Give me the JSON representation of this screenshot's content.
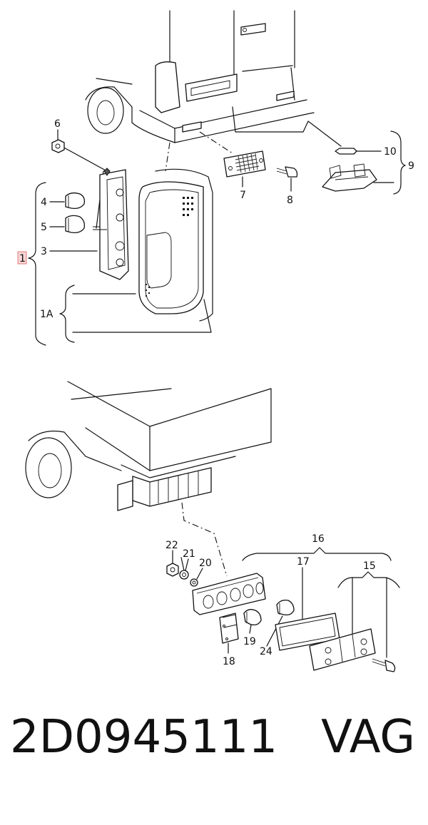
{
  "callouts": {
    "c1": "1",
    "c1A": "1A",
    "c3": "3",
    "c4": "4",
    "c5": "5",
    "c6": "6",
    "c7": "7",
    "c8": "8",
    "c9": "9",
    "c10": "10",
    "c15": "15",
    "c16": "16",
    "c17": "17",
    "c18": "18",
    "c19": "19",
    "c20": "20",
    "c21": "21",
    "c22": "22",
    "c24": "24"
  },
  "footer": {
    "part_number": "2D0945111",
    "brand": "VAG",
    "text": "2D0945111   VAG"
  },
  "colors": {
    "line": "#111111",
    "highlight_box": "#e07b7b",
    "background": "#ffffff"
  }
}
